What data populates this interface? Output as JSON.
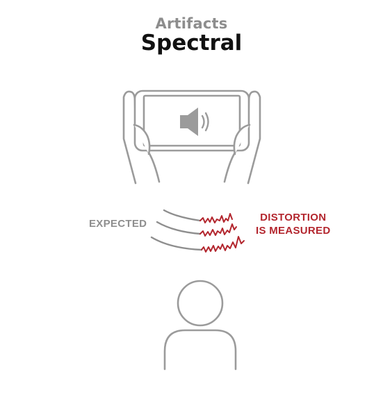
{
  "header": {
    "subtitle": "Artifacts",
    "title": "Spectral"
  },
  "labels": {
    "expected": "EXPECTED",
    "distortion_line1": "DISTORTION",
    "distortion_line2": "IS MEASURED"
  },
  "colors": {
    "outline": "#9b9b9b",
    "distortion": "#b3262e",
    "expected_text": "#8e8e8e"
  },
  "icons": {
    "speaker": "speaker-icon",
    "phone": "phone-icon",
    "hands": "hands-icon",
    "person": "person-icon"
  }
}
